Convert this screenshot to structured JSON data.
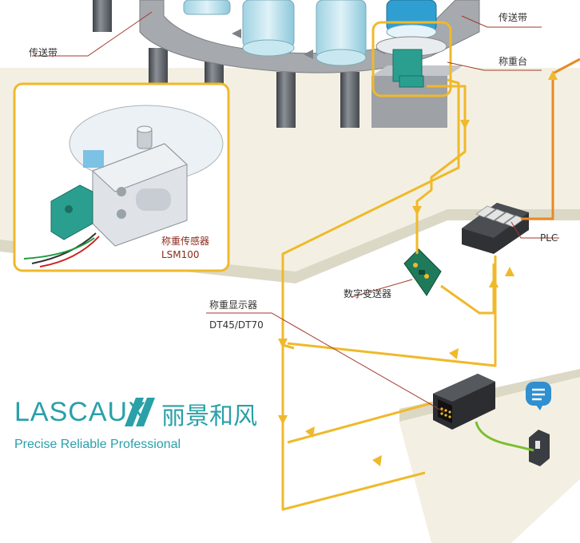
{
  "labels": {
    "conveyor_left": "传送带",
    "conveyor_right": "传送带",
    "weighing_platform": "称重台",
    "sensor_name": "称重传感器",
    "sensor_model": "LSM100",
    "transmitter": "数字变送器",
    "plc": "PLC",
    "display_name": "称重显示器",
    "display_model": "DT45/DT70"
  },
  "brand": {
    "wordmark": "LASCAUX",
    "cn_part1": "丽景",
    "cn_part2": "和风",
    "tagline": "Precise Reliable Professional"
  },
  "colors": {
    "signal_line": "#f0b92a",
    "plc_line": "#e88a25",
    "callout_line": "#a03a2a",
    "brand": "#2aa0a8",
    "floor": "#f2efe2",
    "sensor_green": "#2a9f8f"
  },
  "icons": [
    "chat-bubble-icon",
    "plug-icon"
  ]
}
